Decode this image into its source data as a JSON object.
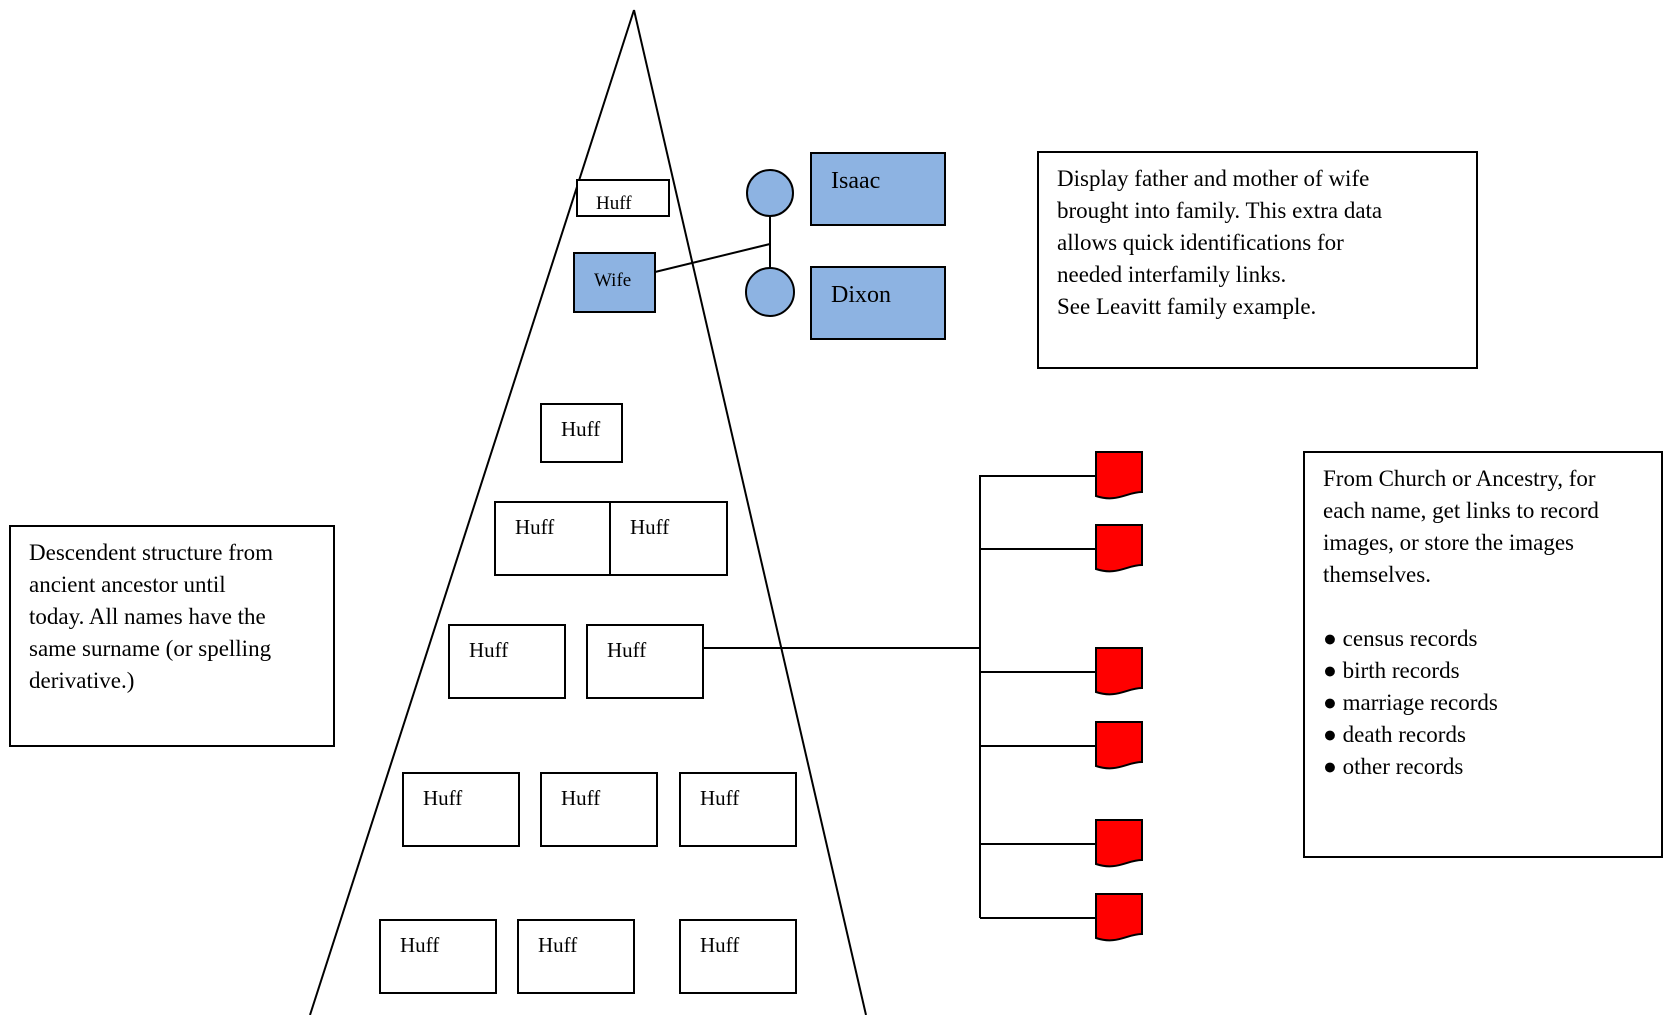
{
  "colors": {
    "line": "#000000",
    "highlight_fill": "#8db3e2",
    "record_icon_fill": "#ff0000"
  },
  "tree": {
    "top_name": "Huff",
    "wife_label": "Wife",
    "generation_3": [
      "Huff"
    ],
    "generation_4": [
      "Huff",
      "Huff"
    ],
    "generation_5": [
      "Huff",
      "Huff"
    ],
    "generation_6": [
      "Huff",
      "Huff",
      "Huff"
    ],
    "generation_7": [
      "Huff",
      "Huff",
      "Huff"
    ]
  },
  "wife_parents": {
    "father": "Isaac",
    "mother": "Dixon"
  },
  "notes": {
    "wife_parents_note": [
      "Display father and mother of wife",
      "brought into family. This extra data",
      "allows quick identifications for",
      "needed interfamily links.",
      "See Leavitt family example."
    ],
    "descendent_note": [
      "Descendent structure from",
      "ancient ancestor until",
      "today. All names have the",
      "same surname (or spelling",
      "derivative.)"
    ],
    "records_note": {
      "intro": [
        "From Church or Ancestry, for",
        "each name, get links to record",
        "images, or store  the images",
        "themselves."
      ],
      "records": [
        "census records",
        "birth records",
        "marriage records",
        "death records",
        "other records"
      ]
    }
  },
  "record_icons": [
    "document-icon",
    "document-icon",
    "document-icon",
    "document-icon",
    "document-icon",
    "document-icon"
  ]
}
